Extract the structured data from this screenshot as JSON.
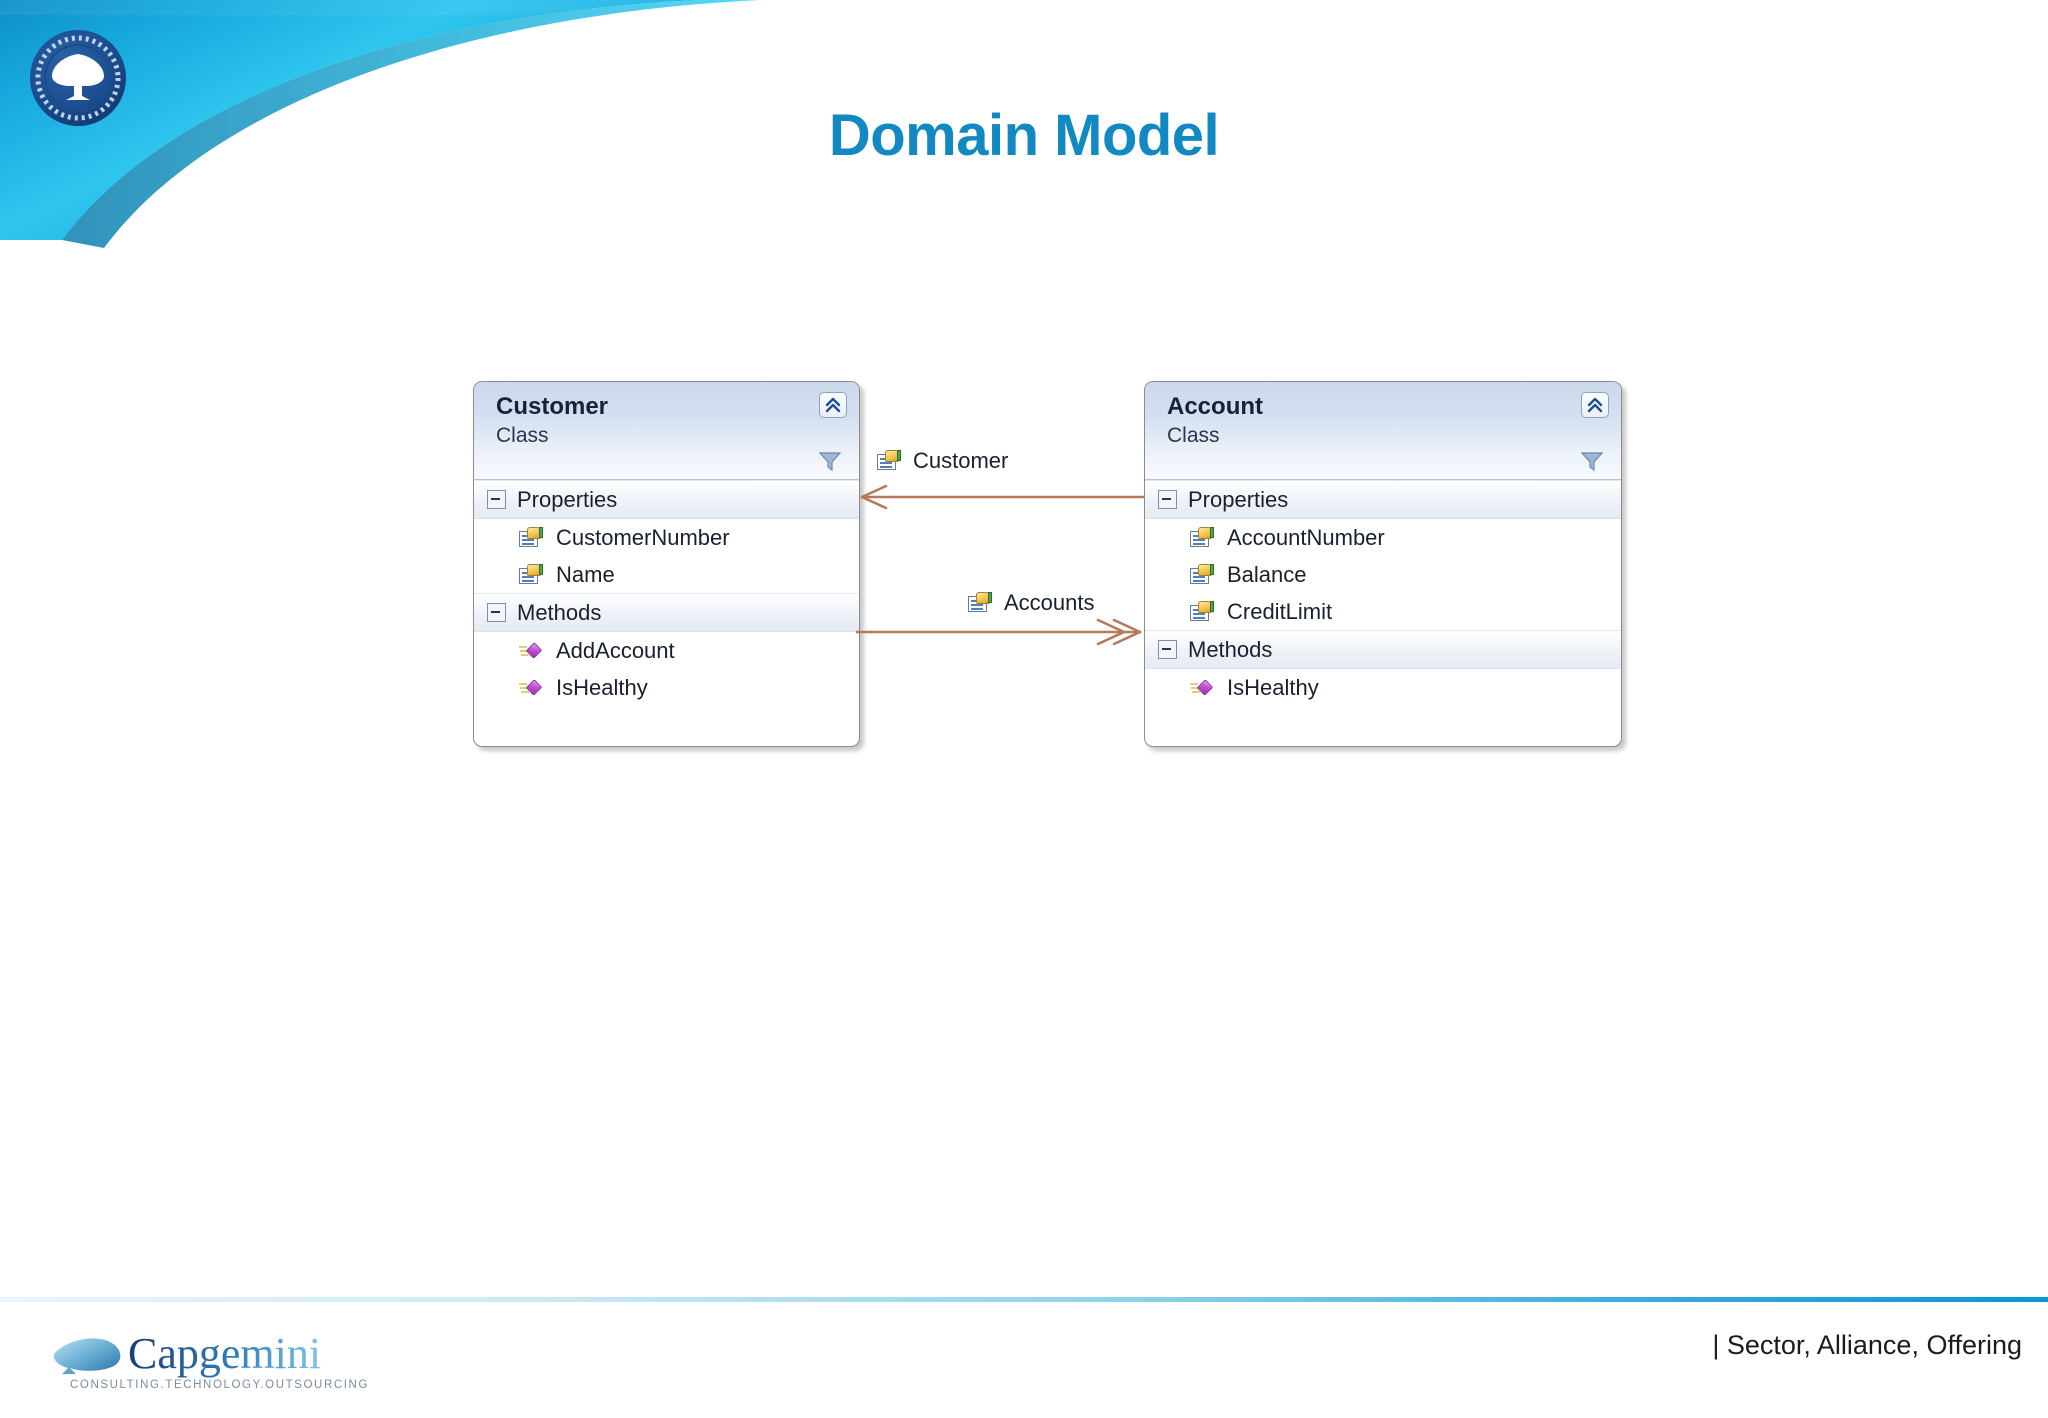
{
  "slide": {
    "title": "Domain Model",
    "title_color": "#1389c4",
    "background": "#ffffff"
  },
  "brand": {
    "emblem_name": "collaborative-solutions-emblem",
    "emblem_ring_text": "COLLABORATIVE SOLUTIONS",
    "banner_color_light": "#2ec6ef",
    "banner_color_dark": "#0e8fc4"
  },
  "diagram": {
    "type": "uml-class-diagram",
    "classes": [
      {
        "id": "customer",
        "name": "Customer",
        "stereotype": "Class",
        "sections": [
          {
            "label": "Properties",
            "members": [
              {
                "name": "CustomerNumber",
                "kind": "property"
              },
              {
                "name": "Name",
                "kind": "property"
              }
            ]
          },
          {
            "label": "Methods",
            "members": [
              {
                "name": "AddAccount",
                "kind": "method"
              },
              {
                "name": "IsHealthy",
                "kind": "method"
              }
            ]
          }
        ],
        "collapse_icon": "chevron-up-icon",
        "filter_icon": "funnel-icon"
      },
      {
        "id": "account",
        "name": "Account",
        "stereotype": "Class",
        "sections": [
          {
            "label": "Properties",
            "members": [
              {
                "name": "AccountNumber",
                "kind": "property"
              },
              {
                "name": "Balance",
                "kind": "property"
              },
              {
                "name": "CreditLimit",
                "kind": "property"
              }
            ]
          },
          {
            "label": "Methods",
            "members": [
              {
                "name": "IsHealthy",
                "kind": "method"
              }
            ]
          }
        ],
        "collapse_icon": "chevron-up-icon",
        "filter_icon": "funnel-icon"
      }
    ],
    "associations": [
      {
        "label": "Customer",
        "from": "account",
        "to": "customer",
        "direction": "right-to-left",
        "arrow": "single",
        "line_color": "#b5795a"
      },
      {
        "label": "Accounts",
        "from": "customer",
        "to": "account",
        "direction": "left-to-right",
        "arrow": "double",
        "line_color": "#b5795a"
      }
    ]
  },
  "footer": {
    "logo_name": "Capgemini",
    "logo_tagline": "CONSULTING.TECHNOLOGY.OUTSOURCING",
    "note": "| Sector, Alliance, Offering",
    "rule_color": "#0b95d3"
  }
}
